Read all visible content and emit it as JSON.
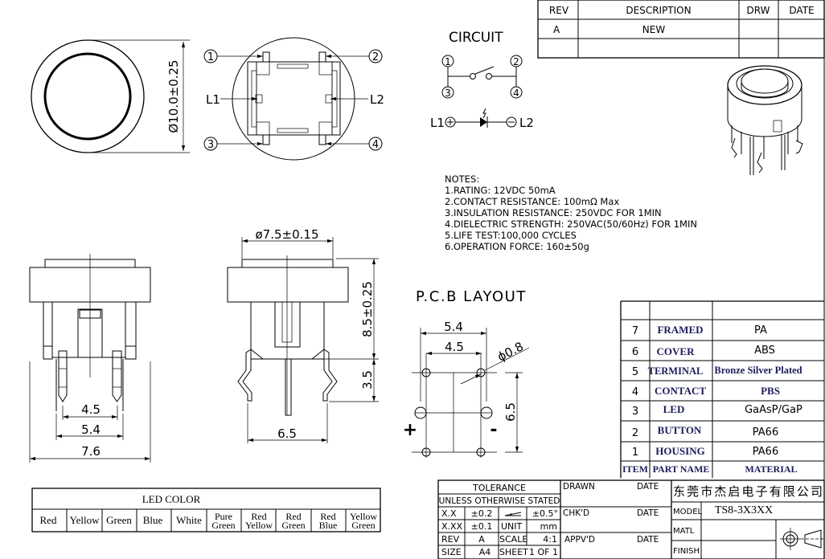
{
  "revision_table": {
    "headers": [
      "REV",
      "DESCRIPTION",
      "DRW",
      "DATE"
    ],
    "rows": [
      {
        "rev": "A",
        "description": "NEW"
      }
    ]
  },
  "top_view": {
    "diameter_dim": "Ø10.0±0.25"
  },
  "bottom_view": {
    "pins": [
      "1",
      "2",
      "3",
      "4"
    ],
    "led_left": "L1",
    "led_right": "L2"
  },
  "front_view": {
    "dims": [
      "4.5",
      "5.4",
      "7.6"
    ]
  },
  "side_view": {
    "cap_dim": "ø7.5±0.15",
    "height_dim": "8.5±0.25",
    "pin_dim": "3.5",
    "pitch_dim": "6.5"
  },
  "circuit": {
    "title": "CIRCUIT",
    "pins": [
      "1",
      "2",
      "3",
      "4"
    ],
    "led_left": "L1",
    "led_right": "L2"
  },
  "notes": {
    "title": "NOTES:",
    "items": [
      "1.RATING: 12VDC 50mA",
      "2.CONTACT RESISTANCE: 100mΩ Max",
      "3.INSULATION RESISTANCE: 250VDC FOR 1MIN",
      "4.DIELECTRIC STRENGTH: 250VAC(50/60Hz) FOR 1MIN",
      "5.LIFE TEST:100,000 CYCLES",
      "6.OPERATION FORCE: 160±50g"
    ]
  },
  "pcb_layout": {
    "title": "P.C.B LAYOUT",
    "dims": [
      "5.4",
      "4.5",
      "ϕ0.8",
      "6.5"
    ],
    "plus": "+",
    "minus": "-"
  },
  "bom": {
    "headers": {
      "item": "ITEM",
      "part": "PART NAME",
      "material": "MATERIAL"
    },
    "rows": [
      {
        "item": "7",
        "part": "FRAMED",
        "material": "PA"
      },
      {
        "item": "6",
        "part": "COVER",
        "material": "ABS"
      },
      {
        "item": "5",
        "part": "TERMINAL",
        "material": "Bronze Silver Plated"
      },
      {
        "item": "4",
        "part": "CONTACT",
        "material": "PBS"
      },
      {
        "item": "3",
        "part": "LED",
        "material": "GaAsP/GaP"
      },
      {
        "item": "2",
        "part": "BUTTON",
        "material": "PA66"
      },
      {
        "item": "1",
        "part": "HOUSING",
        "material": "PA66"
      }
    ]
  },
  "led_color": {
    "title": "LED COLOR",
    "colors": [
      [
        "Red"
      ],
      [
        "Yellow"
      ],
      [
        "Green"
      ],
      [
        "Blue"
      ],
      [
        "White"
      ],
      [
        "Pure",
        "Green"
      ],
      [
        "Red",
        "Yellow"
      ],
      [
        "Red",
        "Green"
      ],
      [
        "Red",
        "Blue"
      ],
      [
        "Yellow",
        "Green"
      ]
    ]
  },
  "title_block": {
    "tolerance": "TOLERANCE",
    "unless": "UNLESS OTHERWISE STATED",
    "xx": "X.X",
    "xx_tol": "±0.2",
    "angle_tol": "±0.5°",
    "xxx": "X.XX",
    "xxx_tol": "±0.1",
    "unit_label": "UNIT",
    "unit": "mm",
    "rev_label": "REV",
    "rev": "A",
    "scale_label": "SCALE",
    "scale": "4:1",
    "size_label": "SIZE",
    "size": "A4",
    "sheet_label": "SHEET",
    "sheet": "1 OF 1",
    "drawn": "DRAWN",
    "chkd": "CHK'D",
    "appvd": "APPV'D",
    "date": "DATE",
    "company": "东莞市杰启电子有限公司",
    "model_label": "MODEL",
    "model": "TS8-3X3XX",
    "matl_label": "MATL",
    "finish_label": "FINISH"
  }
}
